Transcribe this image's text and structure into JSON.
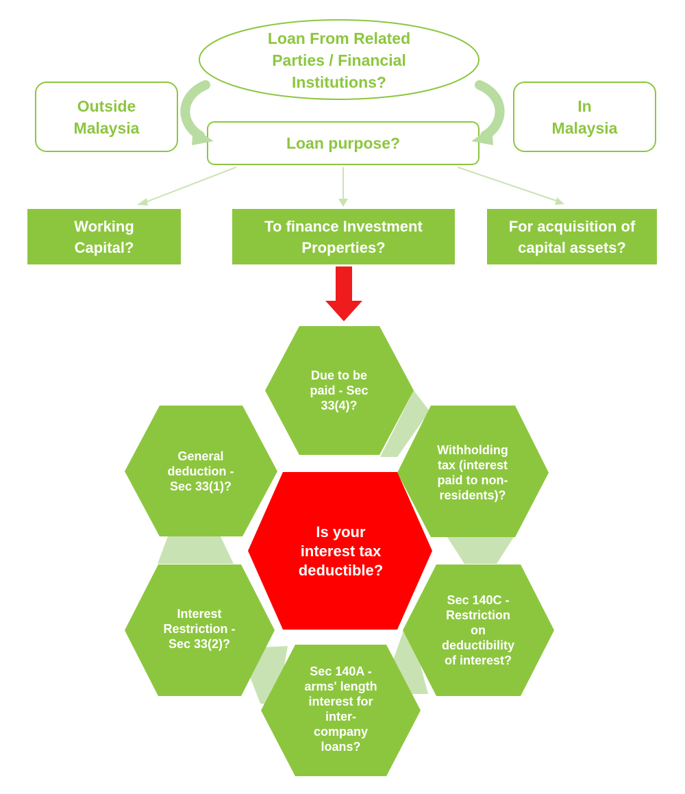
{
  "colors": {
    "green": "#8cc63f",
    "light_green": "#c9e2b3",
    "red": "#ff0000",
    "white": "#ffffff"
  },
  "top": {
    "question": "Loan From Related\nParties / Financial\nInstitutions?",
    "outside": "Outside\nMalaysia",
    "inside": "In\nMalaysia",
    "purpose": "Loan purpose?"
  },
  "purposes": {
    "working_capital": "Working\nCapital?",
    "investment": "To finance Investment\nProperties?",
    "capital_assets": "For acquisition of\ncapital assets?"
  },
  "center": "Is your\ninterest tax\ndeductible?",
  "hexes": {
    "due": "Due to be\npaid - Sec\n33(4)?",
    "withholding": "Withholding\ntax (interest\npaid to non-\nresidents)?",
    "sec140c": "Sec 140C -\nRestriction\non\ndeductibility\nof interest?",
    "sec140a": "Sec 140A -\narms' length\ninterest for\ninter-\ncompany\nloans?",
    "restriction": "Interest\nRestriction -\nSec 33(2)?",
    "general": "General\ndeduction -\nSec 33(1)?"
  }
}
